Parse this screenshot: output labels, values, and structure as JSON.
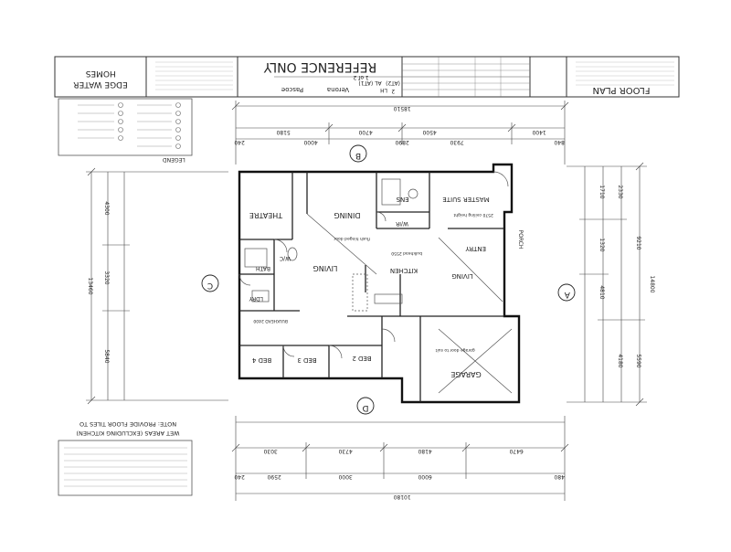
{
  "title_block": {
    "company": "EDGE WATER",
    "company_sub": "HOMES",
    "stamp": "REFERENCE ONLY",
    "drawing_title": "FLOOR PLAN",
    "house_name": "Verona",
    "facade": "Pascoe",
    "sheet": "2",
    "sheet_of": "1 of 2",
    "hand": "LH",
    "revision": "AL (AT1)",
    "revision_b": "(AT2)",
    "legend": "LEGEND"
  },
  "rooms": {
    "theatre": "THEATRE",
    "dining": "DINING",
    "ens": "ENS",
    "master_suite": "MASTER\nSUITE",
    "wir": "W/IR",
    "kitchen": "KITCHEN",
    "living_main": "LIVING",
    "entry": "ENTRY",
    "porch": "PORCH",
    "living_front": "LIVING",
    "bath": "BATH",
    "wc": "W/C",
    "ldry": "LDRY",
    "bed4": "BED 4",
    "bed3": "BED 3",
    "bed2": "BED 2",
    "garage": "GARAGE"
  },
  "markers": {
    "a": "A",
    "b": "B",
    "c": "C",
    "d": "D"
  },
  "dimensions": {
    "top_overall": "18510",
    "top_row": [
      "4500",
      "4700",
      "5180",
      "1400"
    ],
    "top_row2": [
      "240",
      "4000",
      "2890",
      "7930",
      "840"
    ],
    "bottom_overall": "10180",
    "bottom_row": [
      "3030",
      "4730",
      "4180",
      "6470"
    ],
    "bottom_row2": [
      "240",
      "2590",
      "3000",
      "6000",
      "480"
    ],
    "left_overall": "13460",
    "left_row": [
      "4300",
      "3320",
      "5840"
    ],
    "right_overall": "14800",
    "right_row": [
      "9210",
      "5590",
      "4180"
    ],
    "right_row2": [
      "2330",
      "1710",
      "1320",
      "4810"
    ]
  },
  "note": "NOTE: PROVIDE FLOOR TILES TO\nWET AREAS (EXCLUDING KITCHEN)",
  "misc": {
    "bath_hood": "BULKHEAD 2400",
    "garage_note": "garage door to suit",
    "kitchen_note": "bulkhead 2550",
    "dining_note": "flush hinged door",
    "ceiling_note": "2570 ceiling height"
  }
}
